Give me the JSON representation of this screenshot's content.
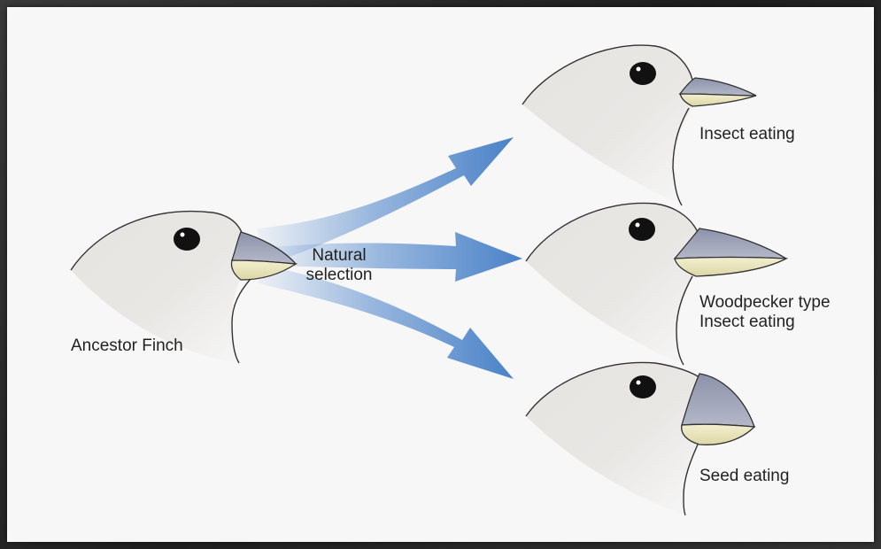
{
  "diagram": {
    "process_label_line1": "Natural",
    "process_label_line2": "selection",
    "ancestor_label": "Ancestor Finch",
    "descendants": [
      {
        "label_line1": "Insect eating",
        "label_line2": ""
      },
      {
        "label_line1": "Woodpecker type",
        "label_line2": "Insect eating"
      },
      {
        "label_line1": "Seed eating",
        "label_line2": ""
      }
    ],
    "colors": {
      "background": "#f7f7f8",
      "arrow": "#4a82c8",
      "head_fill": "#e8e6e3",
      "beak_upper": "#9aa0b4",
      "beak_lower": "#e9e4b8",
      "outline": "#333333"
    }
  }
}
